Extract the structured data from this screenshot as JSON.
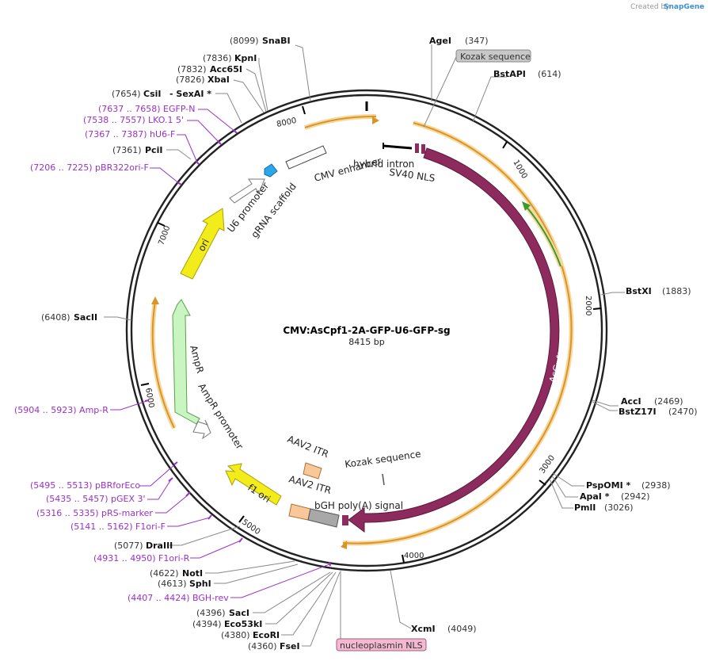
{
  "app": {
    "credit_prefix": "Created by",
    "credit_brand": "SnapGene"
  },
  "map": {
    "title": "CMV:AsCpf1-2A-GFP-U6-GFP-sg",
    "length_label": "8415 bp"
  },
  "ticks": [
    "1000",
    "2000",
    "3000",
    "4000",
    "5000",
    "6000",
    "7000",
    "8000"
  ],
  "features": {
    "hybrid_intron": "hybrid intron",
    "sv40_nls": "SV40 NLS",
    "cmv_enhancer": "CMV enhancer",
    "u6_promoter": "U6 promoter",
    "grna_scaffold": "gRNA scaffold",
    "ori": "ori",
    "ampr": "AmpR",
    "ampr_promoter": "AmpR promoter",
    "ascpf1": "AsCpf1",
    "f1ori": "f1 ori",
    "aav2_itr_a": "AAV2 ITR",
    "aav2_itr_b": "AAV2 ITR",
    "bgh": "bGH poly(A) signal",
    "kozak_inner": "Kozak sequence",
    "kozak_box": "Kozak sequence",
    "nucleoplasmin_box": "nucleoplasmin NLS"
  },
  "sites": [
    {
      "pos": "(8099)",
      "name": "SnaBI"
    },
    {
      "pos": "(7836)",
      "name": "KpnI"
    },
    {
      "pos": "(7832)",
      "name": "Acc65I"
    },
    {
      "pos": "(7826)",
      "name": "XbaI"
    },
    {
      "pos": "(7654)",
      "name": "CsiI",
      "extra": "-  SexAI *"
    },
    {
      "pos": "(7361)",
      "name": "PciI"
    },
    {
      "pos": "(6408)",
      "name": "SacII"
    },
    {
      "pos": "(5077)",
      "name": "DraIII"
    },
    {
      "pos": "(4622)",
      "name": "NotI"
    },
    {
      "pos": "(4613)",
      "name": "SphI"
    },
    {
      "pos": "(4396)",
      "name": "SacI"
    },
    {
      "pos": "(4394)",
      "name": "Eco53kI"
    },
    {
      "pos": "(4380)",
      "name": "EcoRI"
    },
    {
      "pos": "(4360)",
      "name": "FseI"
    },
    {
      "name": "AgeI",
      "pos": "(347)"
    },
    {
      "name": "BstAPI",
      "pos": "(614)"
    },
    {
      "name": "BstXI",
      "pos": "(1883)"
    },
    {
      "name": "AccI",
      "pos": "(2469)"
    },
    {
      "name": "BstZ17I",
      "pos": "(2470)"
    },
    {
      "name": "PspOMI *",
      "pos": "(2938)"
    },
    {
      "name": "ApaI *",
      "pos": "(2942)"
    },
    {
      "name": "PmlI",
      "pos": "(3026)"
    },
    {
      "name": "XcmI",
      "pos": "(4049)"
    }
  ],
  "primers": [
    "(7637 .. 7658)  EGFP-N",
    "(7538 .. 7557)  LKO.1 5'",
    "(7367 .. 7387)  hU6-F",
    "(7206 .. 7225)  pBR322ori-F",
    "(5904 .. 5923)  Amp-R",
    "(5495 .. 5513)  pBRforEco",
    "(5435 .. 5457)  pGEX 3'",
    "(5316 .. 5335)  pRS-marker",
    "(5141 .. 5162)  F1ori-F",
    "(4931 .. 4950)  F1ori-R",
    "(4407 .. 4424)  BGH-rev"
  ],
  "colors": {
    "backbone": "#222222",
    "ascpf1": "#8e2b5e",
    "orange_orf": "#d8962a",
    "orf_halo": "#f7d9a0",
    "ori": "#f2ec1a",
    "ampr": "#c8f5c0",
    "egfp_green": "#3a9a2a",
    "primer": "#9b30c8",
    "grna": "#2ba6e8",
    "itr": "#f8c89a",
    "bgh": "#a8a8a8",
    "box_kozak": "#c8c8c8",
    "box_nls": "#f4b8d0"
  }
}
